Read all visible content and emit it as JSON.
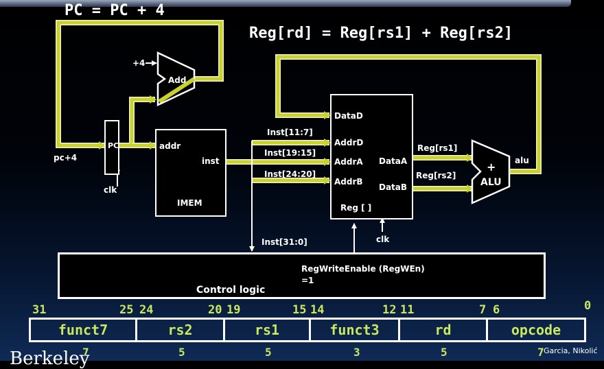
{
  "equations": {
    "pc_update": "PC = PC + 4",
    "reg_update": "Reg[rd] = Reg[rs1] + Reg[rs2]"
  },
  "adder": {
    "input_label": "+4",
    "name": "Add",
    "feedback_label": "pc+4"
  },
  "pc_register": {
    "name": "PC",
    "clock": "clk"
  },
  "imem": {
    "name": "IMEM",
    "addr_port": "addr",
    "inst_port": "inst"
  },
  "instruction_slices": {
    "rd": "Inst[11:7]",
    "rs1": "Inst[19:15]",
    "rs2": "Inst[24:20]",
    "control": "Inst[31:0]"
  },
  "register_file": {
    "name": "Reg [ ]",
    "data_in": "DataD",
    "addr_d": "AddrD",
    "addr_a": "AddrA",
    "addr_b": "AddrB",
    "data_a": "DataA",
    "data_b": "DataB",
    "clock": "clk"
  },
  "alu": {
    "symbol": "+",
    "name": "ALU",
    "input_a": "Reg[rs1]",
    "input_b": "Reg[rs2]",
    "output": "alu"
  },
  "control_logic": {
    "name": "Control logic",
    "signal_line1": "RegWriteEnable (RegWEn)",
    "signal_line2": "=1"
  },
  "instruction_format": {
    "bit_positions": [
      "31",
      "25",
      "24",
      "20",
      "19",
      "15",
      "14",
      "12",
      "11",
      "7",
      "6",
      "0"
    ],
    "fields": [
      {
        "name": "funct7",
        "width": "7"
      },
      {
        "name": "rs2",
        "width": "5"
      },
      {
        "name": "rs1",
        "width": "5"
      },
      {
        "name": "funct3",
        "width": "3"
      },
      {
        "name": "rd",
        "width": "5"
      },
      {
        "name": "opcode",
        "width": "7"
      }
    ]
  },
  "footer": {
    "credit": "Garcia, Nikolić",
    "left_fragment": "Berkeley"
  },
  "colors": {
    "wire_highlight": "#c9d12c",
    "wire_outline": "#f2f2d0",
    "field_text": "#c9e85f",
    "background": "#000000"
  }
}
